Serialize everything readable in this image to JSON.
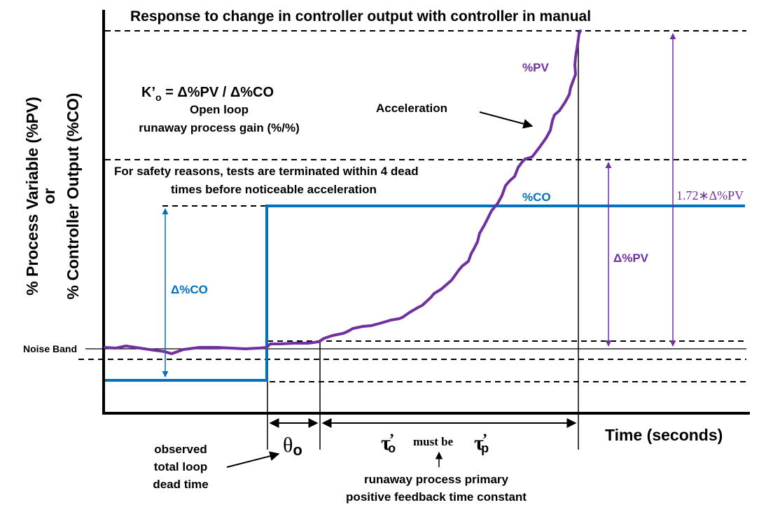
{
  "chart_data": {
    "type": "line",
    "title": "Response to change in controller output with controller in manual",
    "xlabel": "Time (seconds)",
    "ylabel": [
      "% Process Variable (%PV)",
      "or",
      "% Controller Output (%CO)"
    ],
    "grid": false,
    "series": [
      {
        "name": "%PV",
        "color": "#7030A0",
        "description": "Flat within noise band, then accelerating upward after dead time (runaway/integrating-positive-feedback response)"
      },
      {
        "name": "%CO",
        "color": "#0070C0",
        "description": "Step increase at test start, held constant"
      }
    ],
    "annotations": {
      "gain_formula": "K’o = Δ%PV / Δ%CO",
      "gain_desc_line1": "Open loop",
      "gain_desc_line2": "runaway process gain (%/%)",
      "safety_line1": "For safety reasons, tests are terminated within 4 dead",
      "safety_line2": "times before noticeable acceleration",
      "acceleration": "Acceleration",
      "pv_label": "%PV",
      "co_label": "%CO",
      "delta_co": "Δ%CO",
      "delta_pv": "Δ%PV",
      "pv_multiple": "1.72∗Δ%PV",
      "noise_band": "Noise Band",
      "dead_time_symbol": "θ",
      "dead_time_sub": "o",
      "dead_time_line1": "observed",
      "dead_time_line2": "total loop",
      "dead_time_line3": "dead time",
      "tau_o": "τ",
      "tau_o_sub": "o",
      "must_be": "must be",
      "tau_p": "τ",
      "tau_p_sub": "p",
      "prime": "’",
      "tau_desc_line1": "runaway process primary",
      "tau_desc_line2": "positive feedback time constant"
    }
  },
  "colors": {
    "pv": "#7030A0",
    "co": "#0070C0",
    "axis": "#000000"
  }
}
